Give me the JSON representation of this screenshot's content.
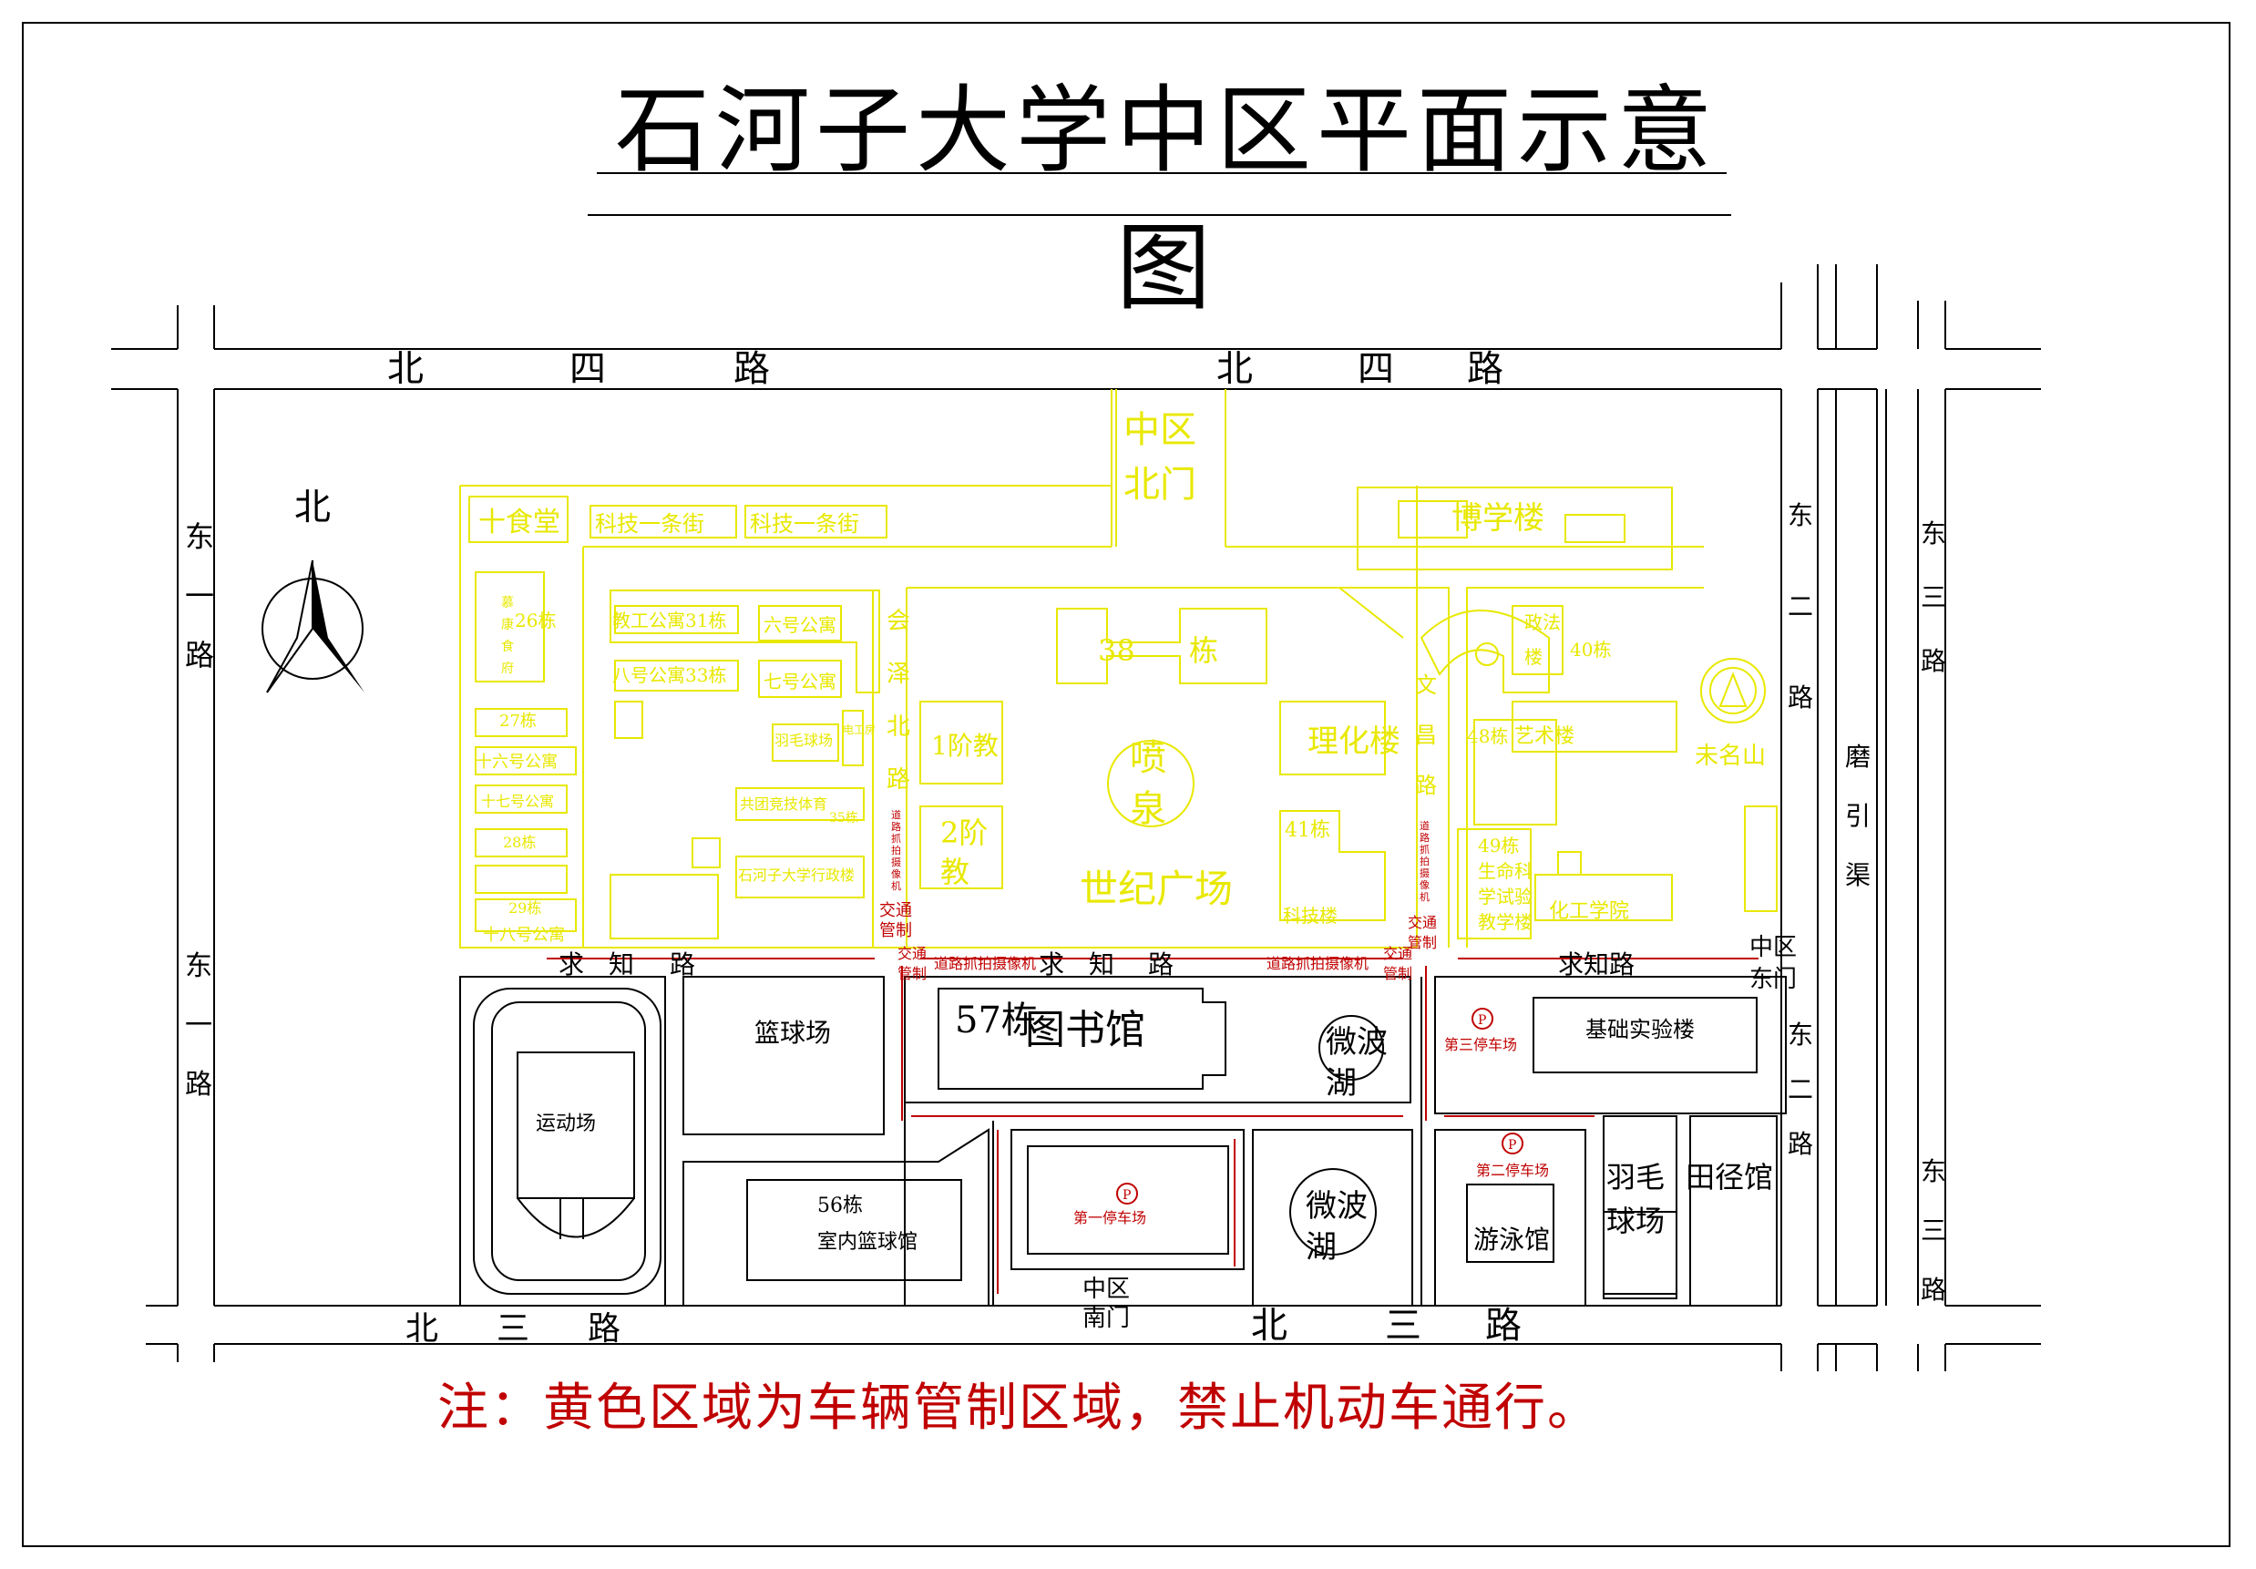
{
  "title": "石河子大学中区平面示意图",
  "note": "注：黄色区域为车辆管制区域，禁止机动车通行。",
  "colors": {
    "road": "#000000",
    "yellow_zone": "#e8e800",
    "control": "#c00000",
    "parking": "#c00000",
    "building": "#000000"
  },
  "compass": {
    "label": "北",
    "icon": "north-arrow-icon"
  },
  "roads": {
    "bei_si_west": [
      "北",
      "四",
      "路"
    ],
    "bei_si_east": [
      "北",
      "四",
      "路"
    ],
    "bei_san_west": [
      "北",
      "三",
      "路"
    ],
    "bei_san_east": [
      "北",
      "三",
      "路"
    ],
    "dong_yi_upper": [
      "东",
      "一",
      "路"
    ],
    "dong_yi_lower": [
      "东",
      "一",
      "路"
    ],
    "dong_er_upper": [
      "东",
      "二",
      "路"
    ],
    "dong_er_lower": [
      "东",
      "二",
      "路"
    ],
    "dong_san_upper": [
      "东",
      "三",
      "路"
    ],
    "dong_san_lower": [
      "东",
      "三",
      "路"
    ],
    "mo_yin_qu": [
      "磨",
      "引",
      "渠"
    ],
    "qiu_zhi_1": [
      "求",
      "知",
      "路"
    ],
    "qiu_zhi_2": [
      "求",
      "知",
      "路"
    ],
    "qiu_zhi_3": "求知路",
    "hui_ze_bei": [
      "会",
      "泽",
      "北",
      "路"
    ],
    "wen_chang": [
      "文",
      "昌",
      "路"
    ]
  },
  "gates": {
    "north_gate": [
      "中区",
      "北门"
    ],
    "east_gate": [
      "中区",
      "东门"
    ],
    "south_gate": [
      "中区",
      "南门"
    ]
  },
  "yellow_labels": {
    "canteen10": "十食堂",
    "keji_st1": "科技一条街",
    "keji_st2": "科技一条街",
    "bldg26": "26栋",
    "canteen_mokang": [
      "慕",
      "康",
      "食",
      "府"
    ],
    "bldg27": "27栋",
    "apt16": "十六号公寓",
    "apt17": "十七号公寓",
    "bldg28": "28栋",
    "bldg29": "29栋",
    "apt18": "十八号公寓",
    "staff31": "教工公寓31栋",
    "apt6": "六号公寓",
    "apt8": "八号公寓33栋",
    "apt7": "七号公寓",
    "badminton_old": "羽毛球场",
    "bldg_small": "电工房",
    "gym35": "共团竞技体育",
    "bldg35": "35栋",
    "shz_bldg": "石河子大学行政楼",
    "bldg38": [
      "38",
      "栋"
    ],
    "step1": "1阶教",
    "step2": [
      "2阶",
      "教"
    ],
    "fountain": [
      "喷",
      "泉"
    ],
    "century_plaza": "世纪广场",
    "lihua": "理化楼",
    "bldg41": "41栋",
    "keji_bldg": "科技楼",
    "boxue": "博学楼",
    "zhengfa": [
      "政法",
      "楼"
    ],
    "bldg40": "40栋",
    "bldg48": "48栋",
    "art": "艺术楼",
    "weiming": "未名山",
    "bldg49": [
      "49栋",
      "生命科",
      "学试验",
      "教学楼"
    ],
    "chem": "化工学院"
  },
  "red_labels": {
    "camera": "道路抓拍摄像机",
    "camera_v": [
      "道",
      "路",
      "抓",
      "拍",
      "摄",
      "像",
      "机"
    ],
    "control": [
      "交通",
      "管制"
    ],
    "parking1": "第一停车场",
    "parking2": "第二停车场",
    "parking3": "第三停车场",
    "p": "P"
  },
  "black_labels": {
    "basketball": "篮球场",
    "stadium": "运动场",
    "indoor56": [
      "56栋",
      "室内篮球馆"
    ],
    "bldg57": "57栋",
    "library": "图书馆",
    "lake_micro": [
      "微波",
      "湖"
    ],
    "basic_lab": "基础实验楼",
    "swimming": "游泳馆",
    "badminton": [
      "羽毛",
      "球场"
    ],
    "track": "田径馆"
  }
}
